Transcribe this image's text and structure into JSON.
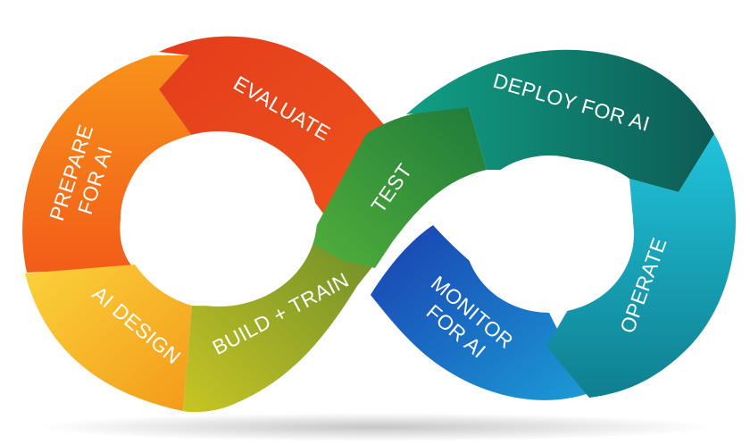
{
  "diagram": {
    "type": "infinity-loop-cycle",
    "stages": [
      {
        "id": "prepare",
        "lines": [
          "PREPARE",
          "FOR AI"
        ],
        "color": "#f06a12"
      },
      {
        "id": "evaluate",
        "lines": [
          "EVALUATE"
        ],
        "color": "#e8461c"
      },
      {
        "id": "test",
        "lines": [
          "TEST"
        ],
        "color": "#3aa046"
      },
      {
        "id": "deploy",
        "lines": [
          "DEPLOY FOR AI"
        ],
        "color": "#0f7f74"
      },
      {
        "id": "operate",
        "lines": [
          "OPERATE"
        ],
        "color": "#16a8c0"
      },
      {
        "id": "monitor",
        "lines": [
          "MONITOR",
          "FOR AI"
        ],
        "color": "#1e63c8"
      },
      {
        "id": "build",
        "lines": [
          "BUILD + TRAIN"
        ],
        "color": "#9aa826"
      },
      {
        "id": "design",
        "lines": [
          "AI DESIGN"
        ],
        "color": "#f7b21d"
      }
    ]
  }
}
